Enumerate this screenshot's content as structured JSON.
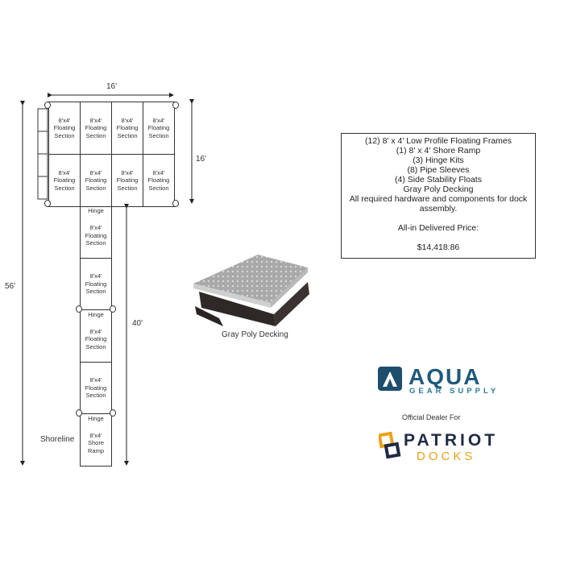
{
  "diagram": {
    "dimensions": {
      "top_width": "16'",
      "right_height": "16'",
      "total_length": "56'",
      "walkway_length": "40'"
    },
    "section_label": {
      "size": "8'x4'",
      "line2": "Floating",
      "line3": "Section"
    },
    "ramp_label": {
      "size": "8'x4'",
      "line2": "Shore",
      "line3": "Ramp"
    },
    "hinge_label": "Hinge",
    "shoreline_label": "Shoreline",
    "grid": {
      "columns": 4,
      "rows": 2
    }
  },
  "info_box": {
    "lines": [
      "(12) 8' x 4' Low Profile Floating Frames",
      "(1) 8' x 4' Shore Ramp",
      "(3) Hinge Kits",
      "(8) Pipe Sleeves",
      "(4) Side Stability Floats",
      "Gray Poly Decking",
      "All required hardware and components for dock assembly."
    ],
    "price_label": "All-in Delivered Price:",
    "price": "$14,418.86"
  },
  "product_image": {
    "caption": "Gray Poly Decking"
  },
  "branding": {
    "aqua": {
      "word": "AQUA",
      "sub": "GEAR SUPPLY",
      "color": "#1f5a7a",
      "icon_color": "#1d4e6c"
    },
    "dealer_text": "Official Dealer For",
    "patriot": {
      "word": "PATRIOT",
      "sub": "DOCKS",
      "word_color": "#1f2a44",
      "sub_color": "#e8a21a"
    }
  }
}
